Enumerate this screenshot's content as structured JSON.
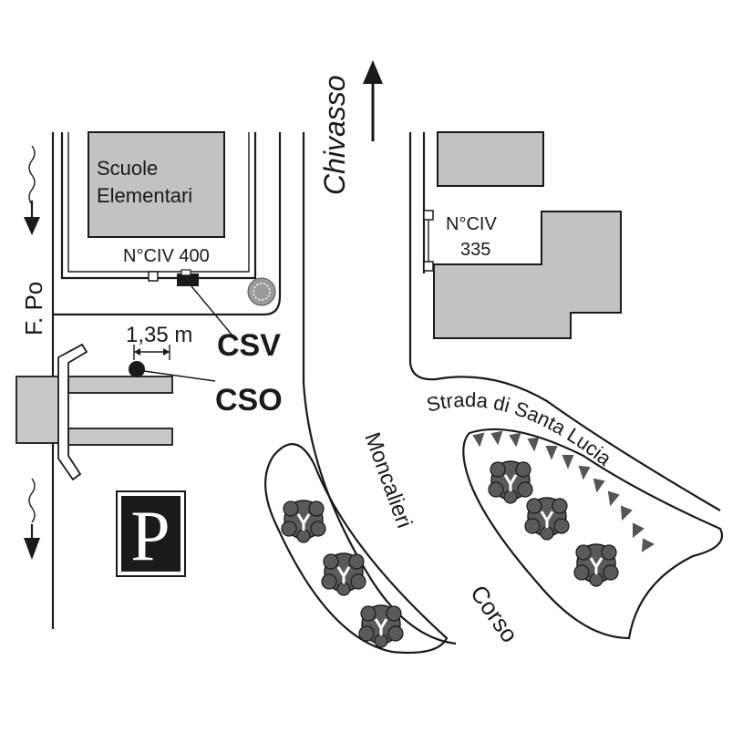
{
  "labels": {
    "school_line1": "Scuole",
    "school_line2": "Elementari",
    "civ400": "N°CIV 400",
    "civ335_line1": "N°CIV",
    "civ335_line2": "335",
    "chivasso": "Chivasso",
    "river": "F. Po",
    "distance": "1,35 m",
    "csv": "CSV",
    "cso": "CSO",
    "strada": "Strada di Santa Lucia",
    "moncalieri": "Moncalieri",
    "corso": "Corso",
    "parking": "P"
  },
  "colors": {
    "building_fill": "#c2c2c2",
    "ink": "#1a1a1a",
    "parking_bg": "#1a1a1a",
    "tree_fill": "#5a5a5a"
  },
  "icons": [
    "river-flow-arrow-icon",
    "north-arrow-icon",
    "tree-icon",
    "shrub-icon",
    "parking-icon",
    "manhole-marker-icon"
  ]
}
